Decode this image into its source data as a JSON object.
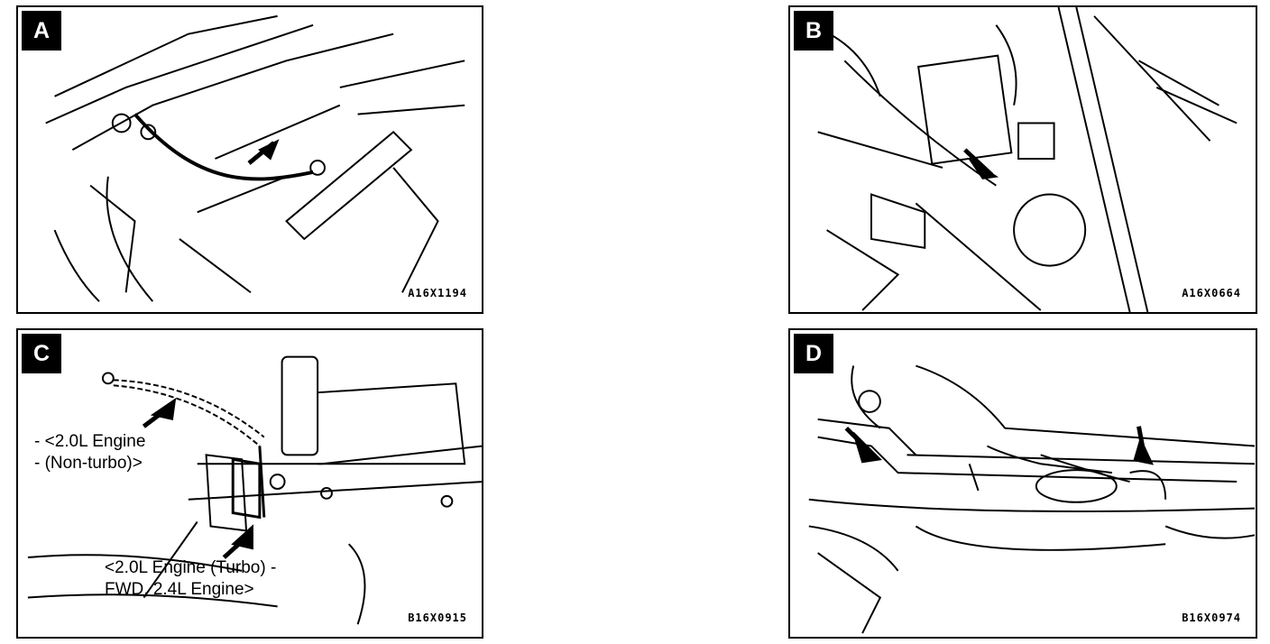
{
  "panels": [
    {
      "label": "A",
      "code": "A16X1194"
    },
    {
      "label": "B",
      "code": "A16X0664"
    },
    {
      "label": "C",
      "code": "B16X0915",
      "callouts": [
        "- <2.0L Engine",
        "- (Non-turbo)>",
        "<2.0L Engine (Turbo) -",
        "FWD, 2.4L Engine>"
      ]
    },
    {
      "label": "D",
      "code": "B16X0974"
    }
  ]
}
